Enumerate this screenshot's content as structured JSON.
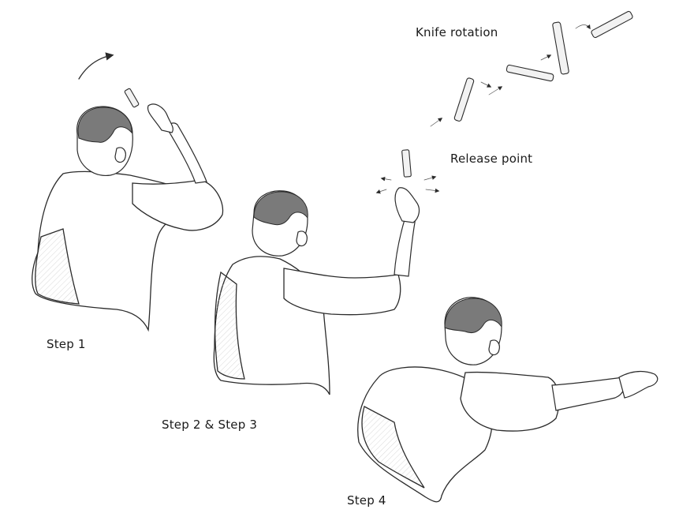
{
  "labels": {
    "knife_rotation": "Knife rotation",
    "release_point": "Release point",
    "step1": "Step 1",
    "step2_3": "Step 2 & Step 3",
    "step4": "Step 4"
  },
  "colors": {
    "ink": "#2b2b2b",
    "hair": "#7a7a7a",
    "background": "#ffffff"
  }
}
